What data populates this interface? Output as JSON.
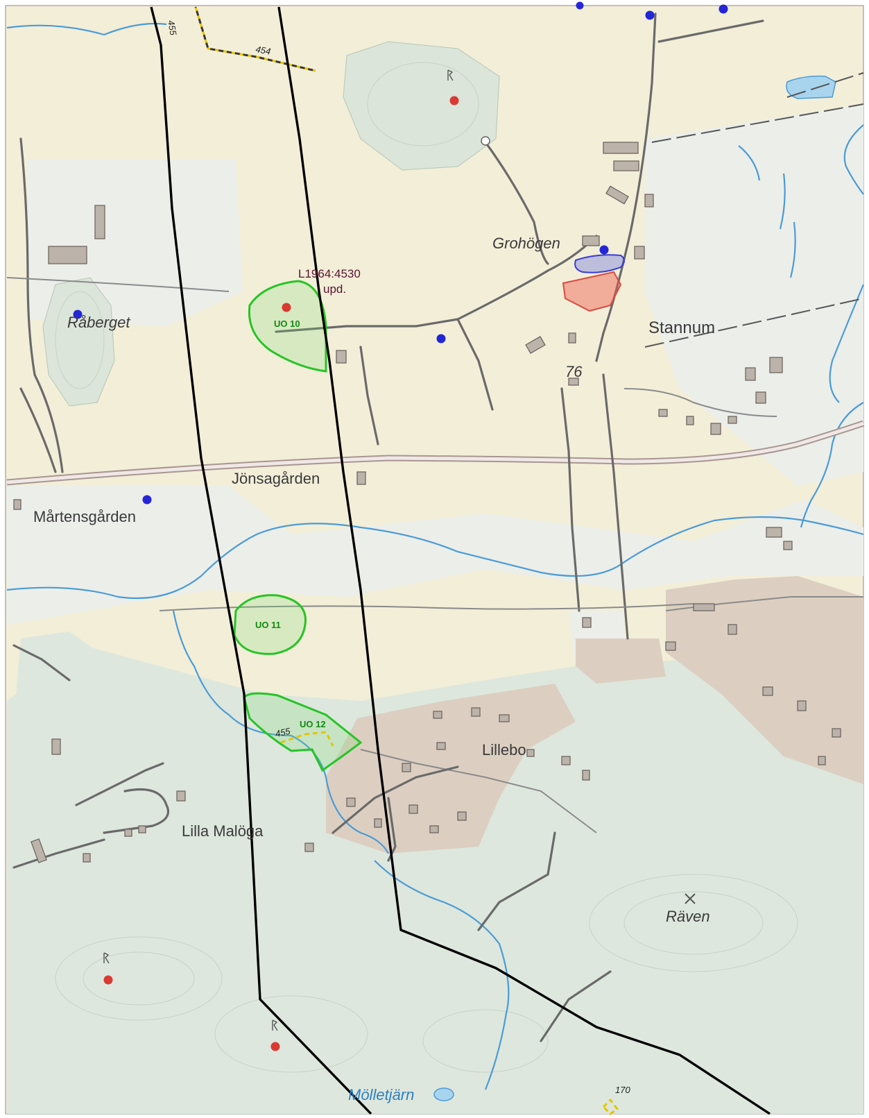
{
  "places": {
    "raberget": "Råberget",
    "grohogen": "Grohögen",
    "stannum": "Stannum",
    "jonsagarden": "Jönsagården",
    "martensgarden": "Mårtensgården",
    "lillebo": "Lillebo",
    "lilla_maloga": "Lilla Malöga",
    "raven": "Räven",
    "molletjarn": "Mölletjärn"
  },
  "numbers": {
    "road_76": "76",
    "plot_455_top": "455",
    "plot_454": "454",
    "plot_455_uo12": "455",
    "plot_170": "170"
  },
  "reference": {
    "line1": "L1964:4530",
    "line2": "upd."
  },
  "areas": {
    "uo10": "UO 10",
    "uo11": "UO 11",
    "uo12": "UO 12"
  },
  "colors": {
    "field": "#f2eed8",
    "forest": "#dde7dd",
    "open_grey": "#eceeea",
    "water": "#4a9bd6",
    "remain_dot": "#d93a33",
    "object_dot": "#2426d6",
    "uo_outline": "#27c427",
    "corridor": "#000000"
  },
  "icons": {
    "remain_symbol": "ancient-remain-r-icon",
    "hilltop_symbol": "hilltop-x-icon"
  }
}
